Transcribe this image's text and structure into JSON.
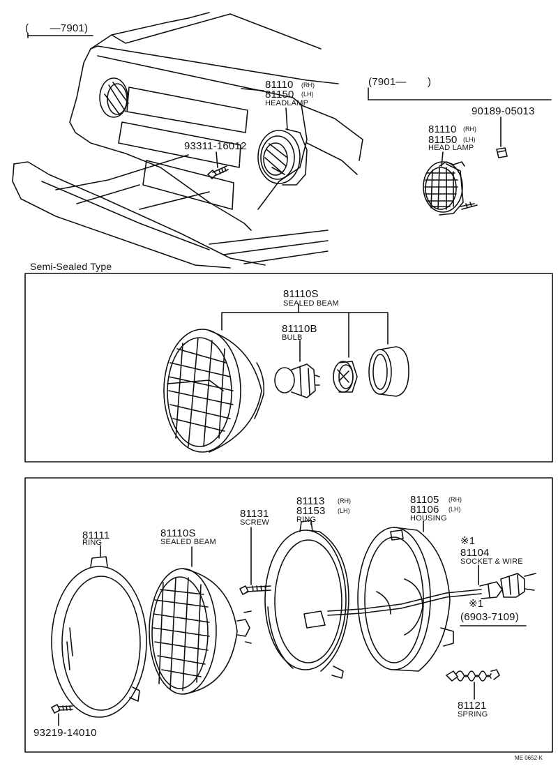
{
  "top_left": {
    "period": "(　　—7901)"
  },
  "top_right": {
    "period": "(7901—　　)"
  },
  "upper": {
    "headlamp_rh": "81110",
    "rh": "(RH)",
    "headlamp_lh": "81150",
    "lh": "(LH)",
    "headlamp_name": "HEADLAMP",
    "screw": "93311-16012"
  },
  "upper_right": {
    "clip": "90189-05013",
    "headlamp_rh": "81110",
    "rh": "(RH)",
    "headlamp_lh": "81150",
    "lh": "(LH)",
    "headlamp_name": "HEAD LAMP"
  },
  "semi_sealed": {
    "title": "Semi-Sealed Type",
    "beam_no": "81110S",
    "beam_name": "SEALED BEAM",
    "bulb_no": "81110B",
    "bulb_name": "BULB"
  },
  "exploded": {
    "ring1_no": "81111",
    "ring1_name": "RING",
    "beam_no": "81110S",
    "beam_name": "SEALED BEAM",
    "screw_no": "81131",
    "screw_name": "SCREW",
    "ring2_rh": "81113",
    "ring2_lh": "81153",
    "ring2_name": "RING",
    "housing_rh": "81105",
    "housing_lh": "81106",
    "housing_name": "HOUSING",
    "rh": "(RH)",
    "lh": "(LH)",
    "note_mark1": "※1",
    "socket_no": "81104",
    "socket_name": "SOCKET & WIRE",
    "note_mark2": "※1",
    "note_period": "(6903-7109)",
    "spring_no": "81121",
    "spring_name": "SPRING",
    "bolt_no": "93219-14010"
  },
  "footer": {
    "code": "ME  0652-K"
  }
}
